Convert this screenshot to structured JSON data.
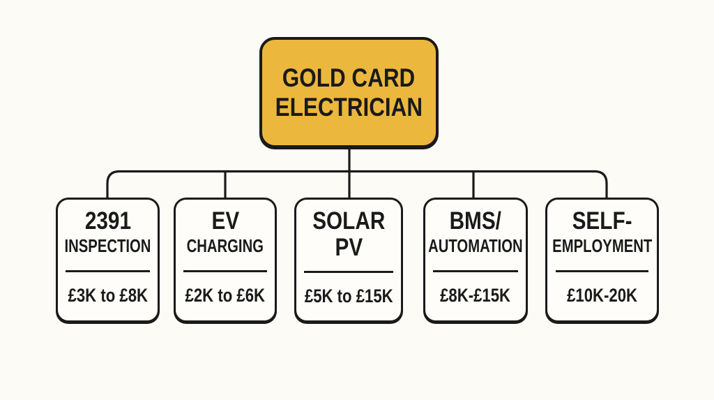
{
  "diagram": {
    "root": {
      "label_line1": "GOLD CARD",
      "label_line2": "ELECTRICIAN"
    },
    "branches": [
      {
        "name": "2391-inspection",
        "title": "2391",
        "subtitle": "INSPECTION",
        "income_range": "£3K to £8K"
      },
      {
        "name": "ev-charging",
        "title": "EV",
        "subtitle": "CHARGING",
        "income_range": "£2K to £6K"
      },
      {
        "name": "solar-pv",
        "title": "SOLAR",
        "subtitle": "PV",
        "income_range": "£5K to £15K"
      },
      {
        "name": "bms-automation",
        "title": "BMS/",
        "subtitle": "AUTOMATION",
        "income_range": "£8K-£15K"
      },
      {
        "name": "self-employment",
        "title": "SELF-",
        "subtitle": "EMPLOYMENT",
        "income_range": "£10K-20K"
      }
    ],
    "colors": {
      "gold": "#ECB73D",
      "ink": "#1A1A1A",
      "background": "#FCFBF5",
      "card": "#FEFDF9"
    }
  }
}
